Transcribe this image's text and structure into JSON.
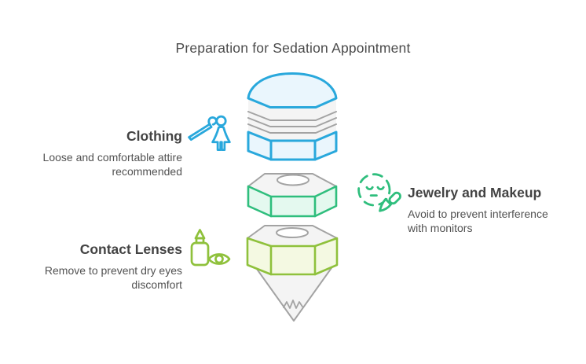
{
  "title": "Preparation for Sedation Appointment",
  "sections": {
    "clothing": {
      "heading": "Clothing",
      "description": "Loose and comfortable attire recommended",
      "icon": "hanger-woman-icon",
      "accent": "#29A8DC",
      "side": "left"
    },
    "jewelry_makeup": {
      "heading": "Jewelry and Makeup",
      "description": "Avoid to prevent interference with monitors",
      "icon": "face-makeup-brush-icon",
      "accent": "#2FBE7D",
      "side": "right"
    },
    "contact_lenses": {
      "heading": "Contact Lenses",
      "description": "Remove to prevent dry eyes discomfort",
      "icon": "eyedrop-bottle-eye-icon",
      "accent": "#8FC13C",
      "side": "left"
    }
  },
  "funnel": {
    "segments": [
      {
        "name": "top-layered-drum",
        "accent": "#29A8DC"
      },
      {
        "name": "middle-hex-nut",
        "accent": "#2FBE7D"
      },
      {
        "name": "bottom-hex-nut-with-spout",
        "accent": "#8FC13C"
      }
    ]
  },
  "colors": {
    "blue": "#29A8DC",
    "blue_fill": "#EAF6FD",
    "green": "#2FBE7D",
    "green_fill": "#E4F9EF",
    "lime": "#8FC13C",
    "lime_fill": "#F4F9E2",
    "gray": "#A3A3A3",
    "gray_fill": "#F4F4F4",
    "title_text": "#4B4B4B",
    "heading_text": "#434343",
    "body_text": "#525252",
    "background": "#FFFFFF"
  }
}
